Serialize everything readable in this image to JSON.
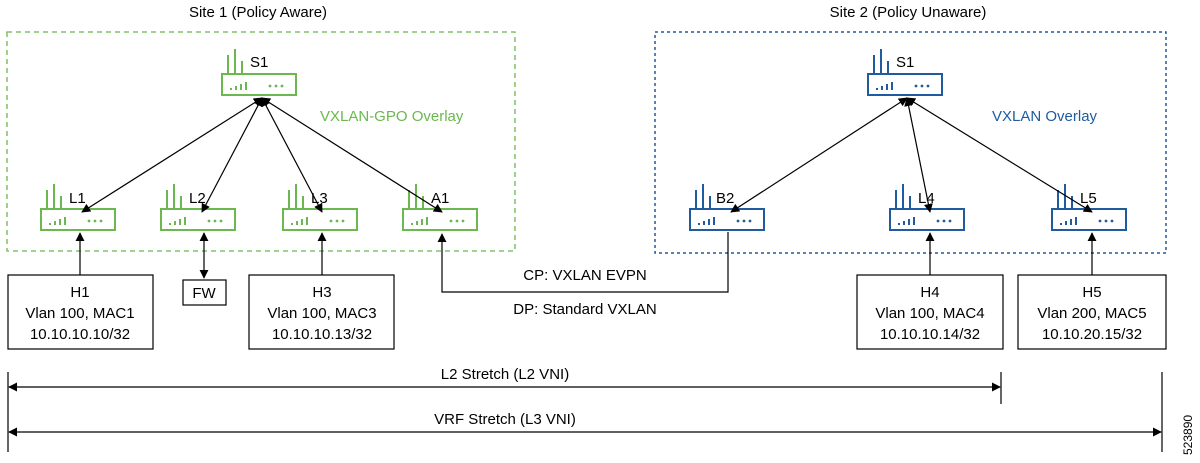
{
  "colors": {
    "green": "#6ab84f",
    "blue": "#1f5b9e",
    "black": "#000000"
  },
  "sites": [
    {
      "title": "Site 1 (Policy Aware)",
      "overlay": "VXLAN-GPO Overlay"
    },
    {
      "title": "Site 2 (Policy Unaware)",
      "overlay": "VXLAN Overlay"
    }
  ],
  "devices": {
    "site1_spine": "S1",
    "l1": "L1",
    "l2": "L2",
    "l3": "L3",
    "a1": "A1",
    "site2_spine": "S1",
    "b2": "B2",
    "l4": "L4",
    "l5": "L5"
  },
  "icon_names": [
    "switch-icon"
  ],
  "hosts": {
    "h1": [
      "H1",
      "Vlan 100, MAC1",
      "10.10.10.10/32"
    ],
    "fw": "FW",
    "h3": [
      "H3",
      "Vlan 100, MAC3",
      "10.10.10.13/32"
    ],
    "h4": [
      "H4",
      "Vlan 100, MAC4",
      "10.10.10.14/32"
    ],
    "h5": [
      "H5",
      "Vlan 200, MAC5",
      "10.10.20.15/32"
    ]
  },
  "interconnect": {
    "cp": "CP: VXLAN EVPN",
    "dp": "DP: Standard VXLAN"
  },
  "stretch": {
    "l2": "L2 Stretch (L2 VNI)",
    "vrf": "VRF Stretch (L3 VNI)"
  },
  "figure_id": "523890"
}
